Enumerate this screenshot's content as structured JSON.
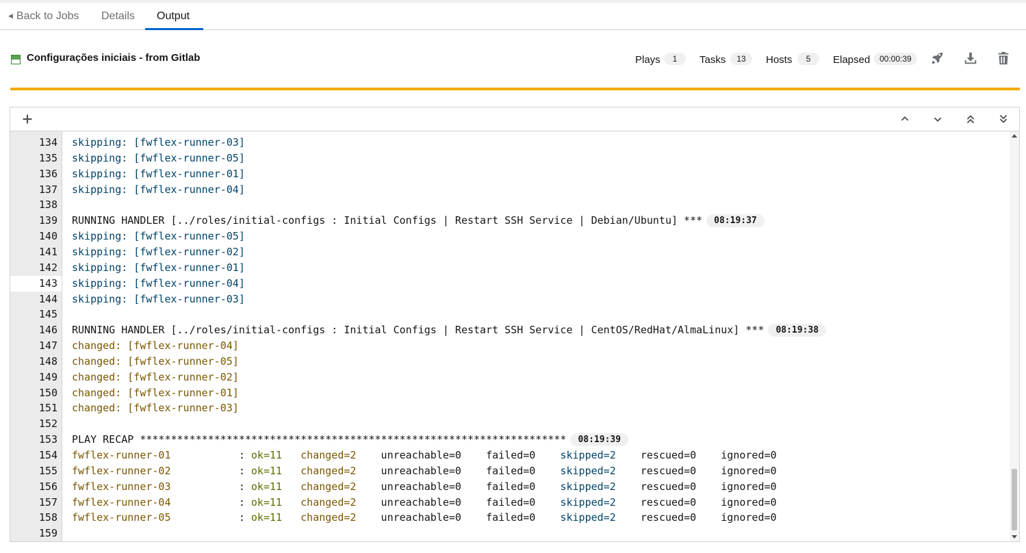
{
  "tabs": {
    "back": "Back to Jobs",
    "details": "Details",
    "output": "Output"
  },
  "job": {
    "title": "Configurações iniciais - from Gitlab",
    "status": "successful",
    "status_color": "#5ba352"
  },
  "stats": {
    "plays_label": "Plays",
    "plays": "1",
    "tasks_label": "Tasks",
    "tasks": "13",
    "hosts_label": "Hosts",
    "hosts": "5",
    "elapsed_label": "Elapsed",
    "elapsed": "00:00:39"
  },
  "header_icons": [
    "relaunch-rocket-icon",
    "download-icon",
    "delete-trash-icon"
  ],
  "progress_color": "#f0ab00",
  "output_toolbar_icons": [
    "expand-plus-icon",
    "scroll-previous-icon",
    "scroll-next-icon",
    "scroll-first-icon",
    "scroll-last-icon"
  ],
  "highlighted_line": "143",
  "lines": [
    {
      "n": "134",
      "segs": [
        {
          "t": "skipping: [fwflex-runner-03]",
          "c": "c-skip"
        }
      ]
    },
    {
      "n": "135",
      "segs": [
        {
          "t": "skipping: [fwflex-runner-05]",
          "c": "c-skip"
        }
      ]
    },
    {
      "n": "136",
      "segs": [
        {
          "t": "skipping: [fwflex-runner-01]",
          "c": "c-skip"
        }
      ]
    },
    {
      "n": "137",
      "segs": [
        {
          "t": "skipping: [fwflex-runner-04]",
          "c": "c-skip"
        }
      ]
    },
    {
      "n": "138",
      "segs": []
    },
    {
      "n": "139",
      "segs": [
        {
          "t": "RUNNING HANDLER [../roles/initial-configs : Initial Configs | Restart SSH Service | Debian/Ubuntu] ***",
          "c": ""
        }
      ],
      "ts": "08:19:37"
    },
    {
      "n": "140",
      "segs": [
        {
          "t": "skipping: [fwflex-runner-05]",
          "c": "c-skip"
        }
      ]
    },
    {
      "n": "141",
      "segs": [
        {
          "t": "skipping: [fwflex-runner-02]",
          "c": "c-skip"
        }
      ]
    },
    {
      "n": "142",
      "segs": [
        {
          "t": "skipping: [fwflex-runner-01]",
          "c": "c-skip"
        }
      ]
    },
    {
      "n": "143",
      "segs": [
        {
          "t": "skipping: [fwflex-runner-04]",
          "c": "c-skip"
        }
      ]
    },
    {
      "n": "144",
      "segs": [
        {
          "t": "skipping: [fwflex-runner-03]",
          "c": "c-skip"
        }
      ]
    },
    {
      "n": "145",
      "segs": []
    },
    {
      "n": "146",
      "segs": [
        {
          "t": "RUNNING HANDLER [../roles/initial-configs : Initial Configs | Restart SSH Service | CentOS/RedHat/AlmaLinux] ***",
          "c": ""
        }
      ],
      "ts": "08:19:38"
    },
    {
      "n": "147",
      "segs": [
        {
          "t": "changed: [fwflex-runner-04]",
          "c": "c-changed"
        }
      ]
    },
    {
      "n": "148",
      "segs": [
        {
          "t": "changed: [fwflex-runner-05]",
          "c": "c-changed"
        }
      ]
    },
    {
      "n": "149",
      "segs": [
        {
          "t": "changed: [fwflex-runner-02]",
          "c": "c-changed"
        }
      ]
    },
    {
      "n": "150",
      "segs": [
        {
          "t": "changed: [fwflex-runner-01]",
          "c": "c-changed"
        }
      ]
    },
    {
      "n": "151",
      "segs": [
        {
          "t": "changed: [fwflex-runner-03]",
          "c": "c-changed"
        }
      ]
    },
    {
      "n": "152",
      "segs": []
    },
    {
      "n": "153",
      "segs": [
        {
          "t": "PLAY RECAP *********************************************************************",
          "c": ""
        }
      ],
      "ts": "08:19:39"
    },
    {
      "n": "154",
      "segs": [
        {
          "t": "fwflex-runner-01",
          "c": "c-host"
        },
        {
          "t": "           : ",
          "c": ""
        },
        {
          "t": "ok=11",
          "c": "c-ok2"
        },
        {
          "t": "   ",
          "c": ""
        },
        {
          "t": "changed=2",
          "c": "c-changed"
        },
        {
          "t": "    unreachable=0    failed=0    ",
          "c": ""
        },
        {
          "t": "skipped=2",
          "c": "c-skip"
        },
        {
          "t": "    rescued=0    ignored=0",
          "c": ""
        }
      ]
    },
    {
      "n": "155",
      "segs": [
        {
          "t": "fwflex-runner-02",
          "c": "c-host"
        },
        {
          "t": "           : ",
          "c": ""
        },
        {
          "t": "ok=11",
          "c": "c-ok2"
        },
        {
          "t": "   ",
          "c": ""
        },
        {
          "t": "changed=2",
          "c": "c-changed"
        },
        {
          "t": "    unreachable=0    failed=0    ",
          "c": ""
        },
        {
          "t": "skipped=2",
          "c": "c-skip"
        },
        {
          "t": "    rescued=0    ignored=0",
          "c": ""
        }
      ]
    },
    {
      "n": "156",
      "segs": [
        {
          "t": "fwflex-runner-03",
          "c": "c-host"
        },
        {
          "t": "           : ",
          "c": ""
        },
        {
          "t": "ok=11",
          "c": "c-ok2"
        },
        {
          "t": "   ",
          "c": ""
        },
        {
          "t": "changed=2",
          "c": "c-changed"
        },
        {
          "t": "    unreachable=0    failed=0    ",
          "c": ""
        },
        {
          "t": "skipped=2",
          "c": "c-skip"
        },
        {
          "t": "    rescued=0    ignored=0",
          "c": ""
        }
      ]
    },
    {
      "n": "157",
      "segs": [
        {
          "t": "fwflex-runner-04",
          "c": "c-host"
        },
        {
          "t": "           : ",
          "c": ""
        },
        {
          "t": "ok=11",
          "c": "c-ok2"
        },
        {
          "t": "   ",
          "c": ""
        },
        {
          "t": "changed=2",
          "c": "c-changed"
        },
        {
          "t": "    unreachable=0    failed=0    ",
          "c": ""
        },
        {
          "t": "skipped=2",
          "c": "c-skip"
        },
        {
          "t": "    rescued=0    ignored=0",
          "c": ""
        }
      ]
    },
    {
      "n": "158",
      "segs": [
        {
          "t": "fwflex-runner-05",
          "c": "c-host"
        },
        {
          "t": "           : ",
          "c": ""
        },
        {
          "t": "ok=11",
          "c": "c-ok2"
        },
        {
          "t": "   ",
          "c": ""
        },
        {
          "t": "changed=2",
          "c": "c-changed"
        },
        {
          "t": "    unreachable=0    failed=0    ",
          "c": ""
        },
        {
          "t": "skipped=2",
          "c": "c-skip"
        },
        {
          "t": "    rescued=0    ignored=0",
          "c": ""
        }
      ]
    },
    {
      "n": "159",
      "segs": []
    }
  ]
}
